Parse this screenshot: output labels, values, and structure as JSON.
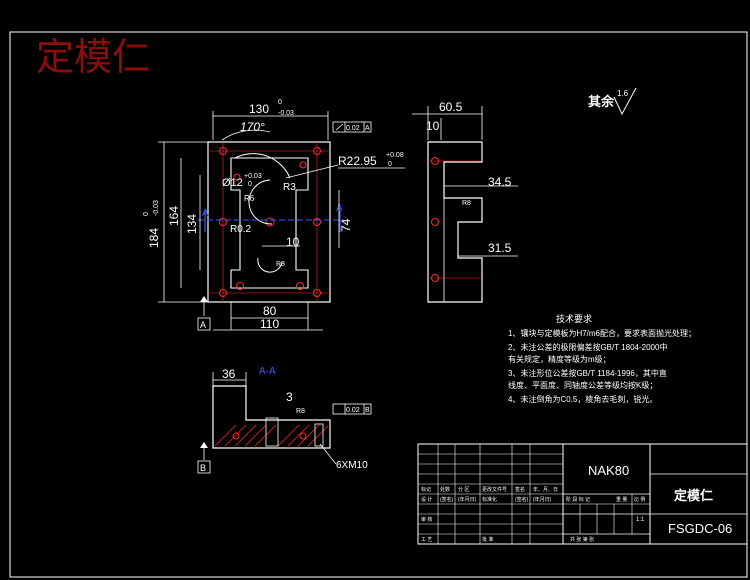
{
  "title_watermark": "定模仁",
  "roughness_note": "其余",
  "roughness_value": "1.6",
  "plan_view": {
    "dim_width": "130",
    "dim_width_tol_upper": "0",
    "dim_width_tol_lower": "-0.03",
    "dim_height": "184",
    "dim_height_tol_upper": "0",
    "dim_height_tol_lower": "-0.03",
    "dim_164": "164",
    "dim_134": "134",
    "dim_74": "74",
    "dim_80": "80",
    "dim_110": "110",
    "dim_10": "10",
    "dim_angle": "170°",
    "dim_radius": "R22.95",
    "dim_radius_tol_upper": "+0.08",
    "dim_radius_tol_lower": "0",
    "dim_dia": "Ø12",
    "dim_dia_tol_upper": "+0.03",
    "dim_dia_tol_lower": "0",
    "dim_r3": "R3",
    "dim_r6": "R6",
    "dim_r02": "R0.2",
    "dim_r8": "R8",
    "flatness_tol": "0.02",
    "datum_a": "A",
    "section_mark": "A"
  },
  "side_view": {
    "dim_60_5": "60.5",
    "dim_10": "10",
    "dim_34_5": "34.5",
    "dim_31_5": "31.5",
    "dim_r8": "R8"
  },
  "section_view": {
    "label": "A-A",
    "dim_36": "36",
    "dim_3": "3",
    "dim_r8": "R8",
    "thread": "6XM10",
    "flatness_tol": "0.02",
    "datum_b": "B"
  },
  "tech_requirements": {
    "heading": "技术要求",
    "lines": [
      "1、镶块与定模板为H7/m6配合，要求表面抛光处理；",
      "2、未注公差的极限偏差按GB/T 1804-2000中",
      "    有关规定，精度等级为m级；",
      "3、未注形位公差按GB/T 1184-1996，其中直",
      "    线度、平面度、同轴度公差等级均按K级；",
      "4、未注倒角为C0.5，棱角去毛刺，锐光。"
    ]
  },
  "title_block": {
    "material": "NAK80",
    "part_name": "定模仁",
    "drawing_no": "FSGDC-06",
    "scale": "1:1",
    "cells": [
      "标记",
      "处数",
      "分 区",
      "更改文件号",
      "签名",
      "年、月、日",
      "设 计",
      "(签名)",
      "(年月日)",
      "标准化",
      "(签名)",
      "(年月日)",
      "阶 段 标 记",
      "重 量",
      "比 例",
      "审 核",
      "工 艺",
      "批 准",
      "共 张 第 张"
    ]
  }
}
